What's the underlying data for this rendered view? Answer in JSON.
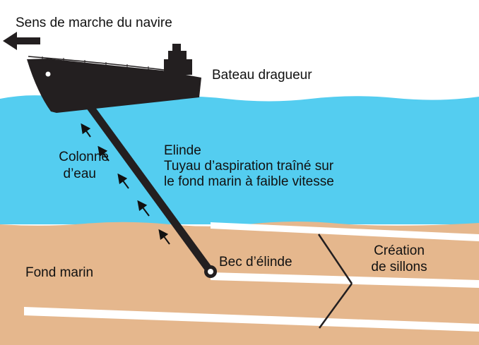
{
  "labels": {
    "direction": "Sens de marche du navire",
    "ship": "Bateau dragueur",
    "water_column_line1": "Colonne",
    "water_column_line2": "d’eau",
    "pipe_title": "Elinde",
    "pipe_line1": "Tuyau d’aspiration traîné sur",
    "pipe_line2": "le fond marin à faible vitesse",
    "nozzle": "Bec d’élinde",
    "furrows_line1": "Création",
    "furrows_line2": "de sillons",
    "seabed": "Fond marin"
  },
  "colors": {
    "sea": "#54cdf0",
    "seabed": "#e5b78d",
    "ship": "#231f20",
    "furrow": "#ffffff",
    "text": "#111111"
  },
  "icons": {
    "direction": "arrow-left-icon",
    "flow": "arrow-up-left-icon"
  }
}
